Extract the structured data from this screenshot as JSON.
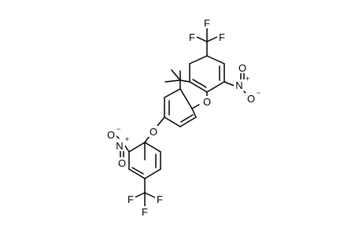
{
  "structure": {
    "atoms": {
      "o_top": "O",
      "o_left": "O",
      "f_top_1": "F",
      "f_top_2": "F",
      "f_top_3": "F",
      "f_bot_1": "F",
      "f_bot_2": "F",
      "f_bot_3": "F",
      "n_right": "N",
      "o_n_right": "O",
      "n_left": "N",
      "o_n_left_top": "O",
      "o_n_left_bot": "O",
      "o_n_right_bot": "O"
    },
    "charges": {
      "n_right_plus": "+",
      "o_n_right_minus": "−",
      "n_left_plus": "+",
      "o_n_left_minus": "−"
    }
  }
}
